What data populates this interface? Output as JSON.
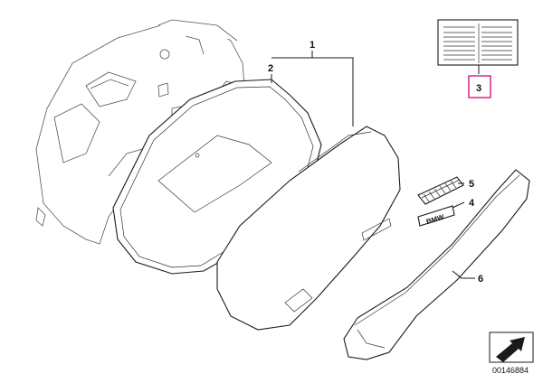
{
  "callouts": {
    "c1": "1",
    "c2": "2",
    "c3": "3",
    "c4": "4",
    "c5": "5",
    "c6": "6"
  },
  "badge": {
    "text": "BMW"
  },
  "document_number": "00146884",
  "colors": {
    "line": "#1a1a1a",
    "highlight": "#e0338a",
    "background": "#ffffff"
  },
  "icons": {
    "direction": "arrow-icon"
  }
}
